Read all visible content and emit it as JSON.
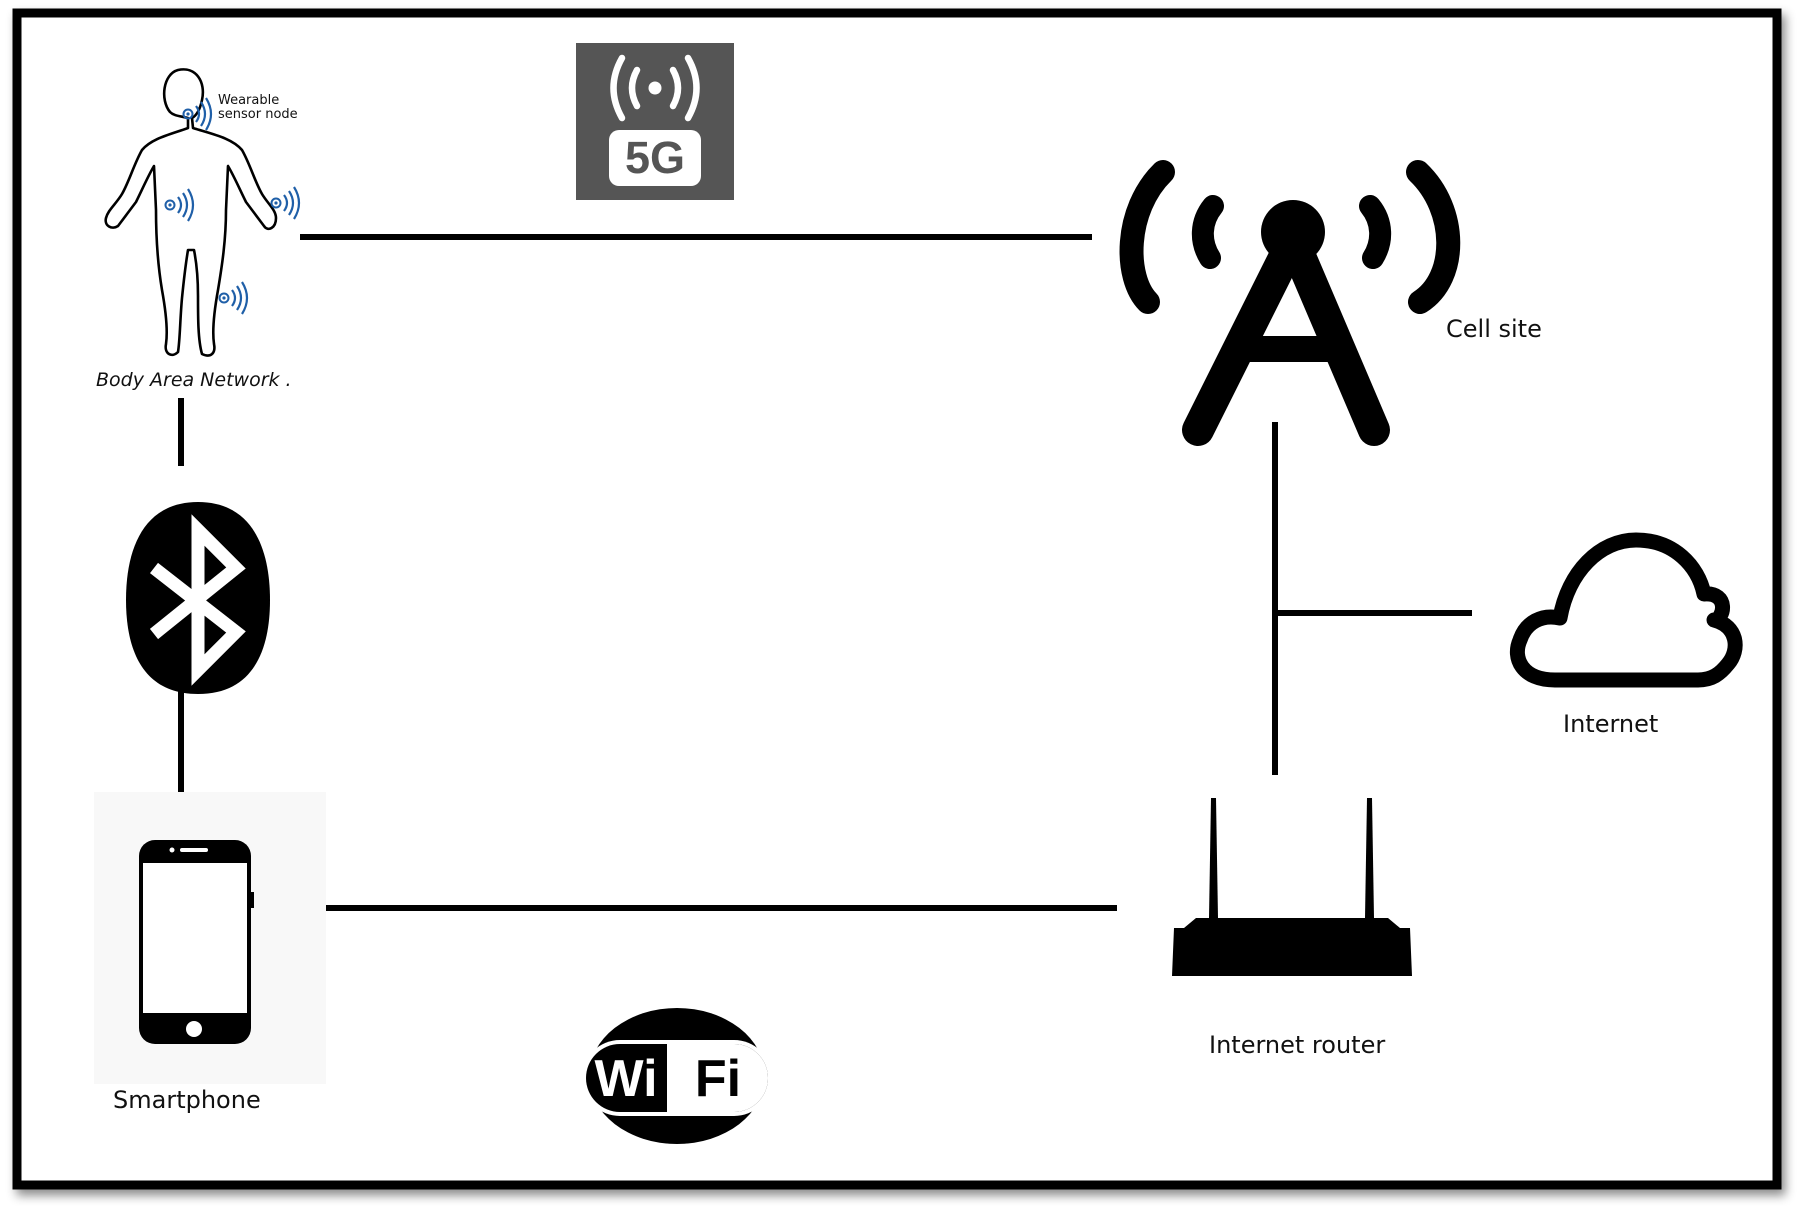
{
  "nodes": {
    "body_area_network": {
      "label": "Body Area Network .",
      "sensor_label_line1": "Wearable",
      "sensor_label_line2": "sensor node",
      "icon": "human-body-with-sensors"
    },
    "five_g": {
      "badge_text": "5G",
      "icon": "5g-signal-icon"
    },
    "cell_site": {
      "label": "Cell site",
      "icon": "cell-tower-icon"
    },
    "bluetooth": {
      "icon": "bluetooth-icon"
    },
    "smartphone": {
      "label": "Smartphone",
      "icon": "smartphone-icon"
    },
    "wifi": {
      "text_left": "Wi",
      "text_right": "Fi",
      "icon": "wifi-logo"
    },
    "internet": {
      "label": "Internet",
      "icon": "cloud-icon"
    },
    "router": {
      "label": "Internet router",
      "icon": "router-icon"
    }
  },
  "colors": {
    "stroke": "#000000",
    "badge_bg": "#555555",
    "sensor_wave": "#1f5fa8",
    "background": "#ffffff"
  }
}
